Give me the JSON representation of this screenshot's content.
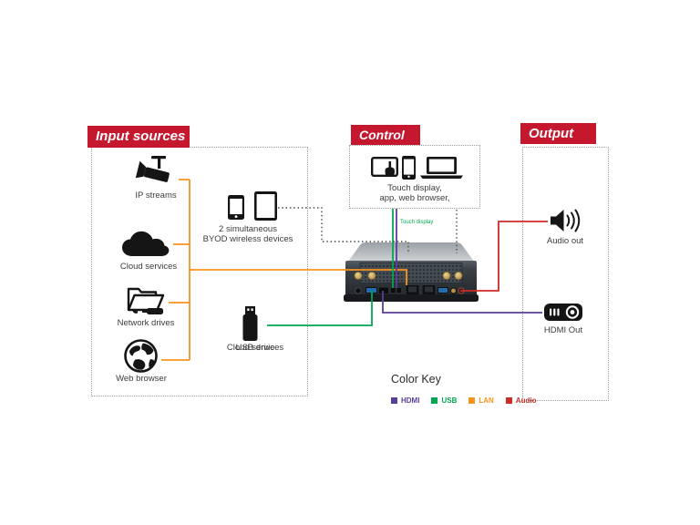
{
  "diagram": {
    "sections": {
      "input_sources": {
        "title": "Input sources",
        "items": [
          {
            "label": "IP streams"
          },
          {
            "label": "Cloud services"
          },
          {
            "label": "Network drives"
          },
          {
            "label": "Web browser"
          }
        ],
        "byod": {
          "line1": "2 simultaneous",
          "line2": "BYOD wireless devices"
        }
      },
      "control": {
        "title": "Control",
        "caption_line1": "Touch display,",
        "caption_line2": "app, web browser,"
      },
      "output": {
        "title": "Output",
        "items": [
          {
            "label": "Audio out"
          },
          {
            "label": "HDMI Out"
          }
        ]
      }
    },
    "annotations": {
      "touch_display": "Touch display"
    },
    "color_key": {
      "title": "Color Key",
      "items": [
        {
          "label": "HDMI",
          "color": "#5B3E98"
        },
        {
          "label": "USB",
          "color": "#00A651"
        },
        {
          "label": "LAN",
          "color": "#F7941D"
        },
        {
          "label": "Audio",
          "color": "#CE2B27"
        }
      ]
    },
    "colors": {
      "banner_red": "#C5182F",
      "dotted_line": "#4A4A4A"
    }
  }
}
